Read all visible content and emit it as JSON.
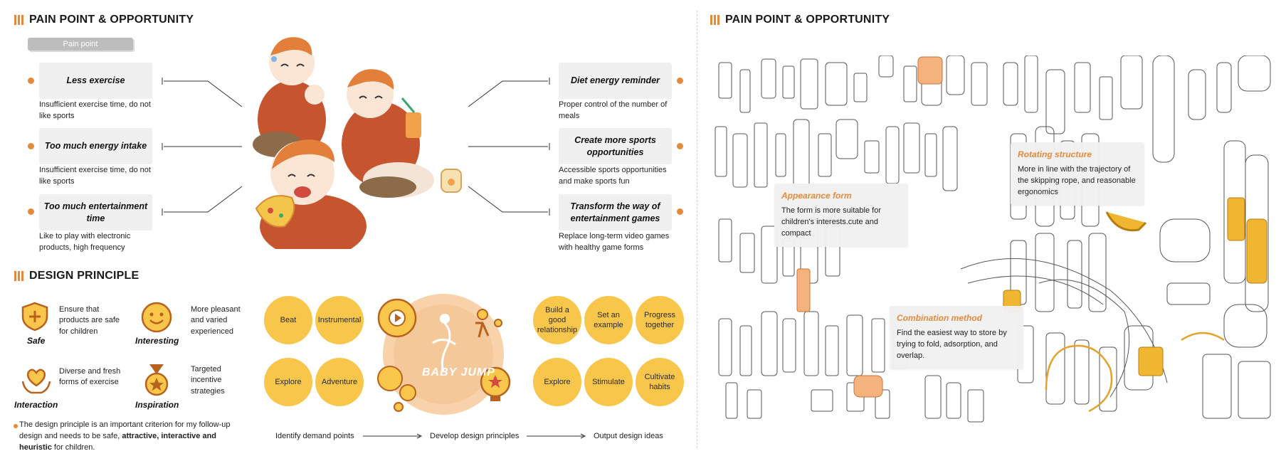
{
  "left": {
    "section_title": "PAIN POINT & OPPORTUNITY",
    "pain_point_pill": "Pain point",
    "pain_points": [
      {
        "title": "Less exercise",
        "desc": "Insufficient exercise time, do not like sports"
      },
      {
        "title": "Too much energy intake",
        "desc": "Insufficient exercise time, do not like sports"
      },
      {
        "title": "Too much entertainment time",
        "desc": "Like to play with electronic products, high frequency"
      }
    ],
    "opportunities": [
      {
        "title": "Diet energy reminder",
        "desc": "Proper control of the number of meals"
      },
      {
        "title": "Create more sports opportunities",
        "desc": "Accessible sports opportunities and make sports fun"
      },
      {
        "title": "Transform the way of entertainment games",
        "desc": "Replace long-term video games with healthy game forms"
      }
    ],
    "design_principle_title": "DESIGN PRINCIPLE",
    "principles": [
      {
        "label": "Safe",
        "text": "Ensure that products are safe for children",
        "icon": "shield-icon"
      },
      {
        "label": "Interesting",
        "text": "More pleasant and varied experienced",
        "icon": "smiley-icon"
      },
      {
        "label": "Interaction",
        "text": "Diverse and fresh forms of exercise",
        "icon": "heart-hands-icon"
      },
      {
        "label": "Inspiration",
        "text": "Targeted incentive strategies",
        "icon": "medal-icon"
      }
    ],
    "note": {
      "prefix": "The design principle is an important criterion for my follow-up design and needs to be safe, ",
      "bold": "attractive, interactive and heuristic",
      "suffix": " for children."
    },
    "circles_left": [
      "Beat",
      "Instrumental",
      "Explore",
      "Adventure"
    ],
    "circles_right": [
      "Build a good relationship",
      "Set an example",
      "Progress together",
      "Explore",
      "Stimulate",
      "Cultivate habits"
    ],
    "logo_text": "BABY JUMP",
    "flow": [
      "Identify demand points",
      "Develop design principles",
      "Output design ideas"
    ]
  },
  "right": {
    "section_title": "PAIN POINT & OPPORTUNITY",
    "callouts": [
      {
        "title": "Appearance form",
        "body": "The form is more suitable for children's interests.cute and compact"
      },
      {
        "title": "Rotating structure",
        "body": "More in line with the trajectory of the skipping rope, and reasonable ergonomics"
      },
      {
        "title": "Combination method",
        "body": "Find the easiest way to store by trying to fold, adsorption, and overlap."
      }
    ]
  },
  "colors": {
    "accent": "#e58a3a",
    "yellow": "#f8c64a",
    "card": "#f0f0f0"
  }
}
